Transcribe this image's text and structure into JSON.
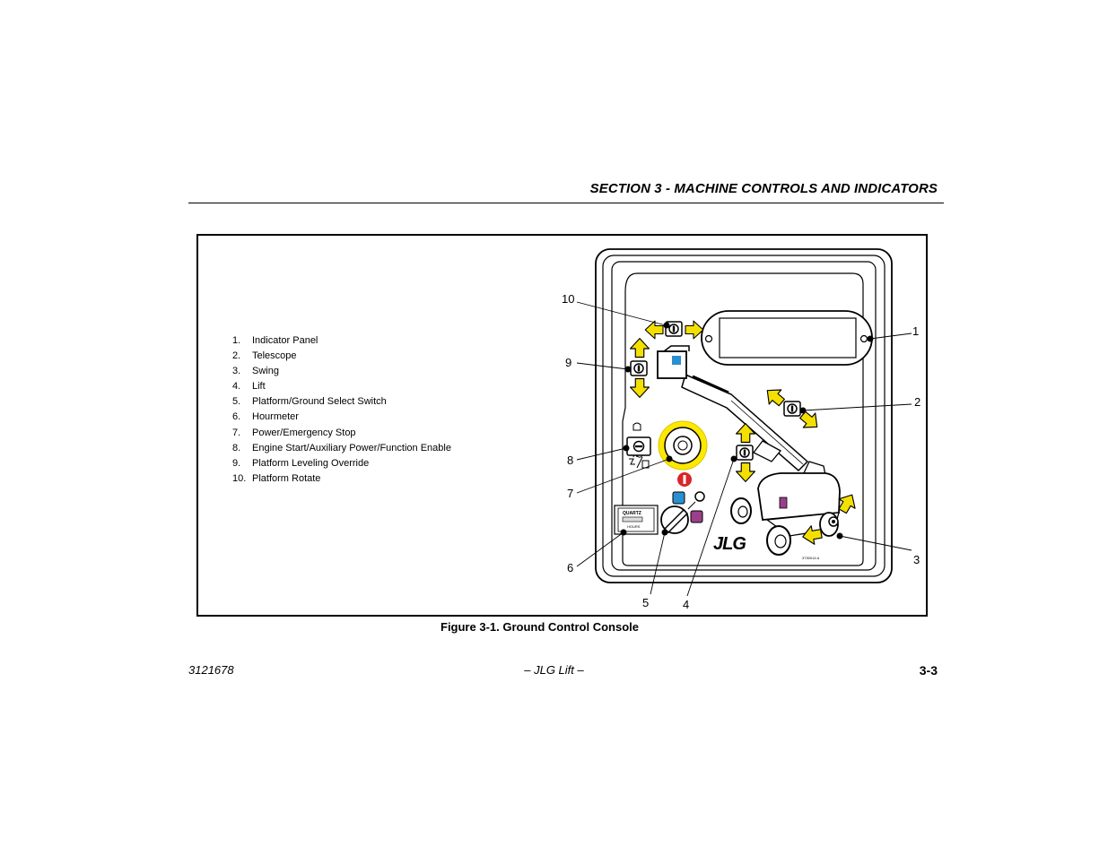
{
  "header": {
    "title": "SECTION 3 - MACHINE CONTROLS AND INDICATORS"
  },
  "legend": [
    {
      "num": "1.",
      "label": "Indicator Panel"
    },
    {
      "num": "2.",
      "label": "Telescope"
    },
    {
      "num": "3.",
      "label": "Swing"
    },
    {
      "num": "4.",
      "label": "Lift"
    },
    {
      "num": "5.",
      "label": "Platform/Ground Select Switch"
    },
    {
      "num": "6.",
      "label": "Hourmeter"
    },
    {
      "num": "7.",
      "label": "Power/Emergency Stop"
    },
    {
      "num": "8.",
      "label": "Engine Start/Auxiliary Power/Function Enable"
    },
    {
      "num": "9.",
      "label": "Platform Leveling Override"
    },
    {
      "num": "10.",
      "label": "Platform Rotate"
    }
  ],
  "callouts": [
    "10",
    "9",
    "8",
    "7",
    "6",
    "5",
    "4",
    "3",
    "2",
    "1"
  ],
  "console": {
    "brand": "JLG",
    "hourmeter_brand": "QUARTZ",
    "hourmeter_unit": "HOURS",
    "part_code": "3730014 A"
  },
  "colors": {
    "arrow_yellow": "#f4e000",
    "ring_yellow": "#ffe800",
    "blue_square": "#2a8fd0",
    "purple_square": "#9b3f8a",
    "estop_red": "#d8262a"
  },
  "caption": "Figure 3-1. Ground Control Console",
  "footer": {
    "left": "3121678",
    "center": "– JLG Lift –",
    "right": "3-3"
  }
}
